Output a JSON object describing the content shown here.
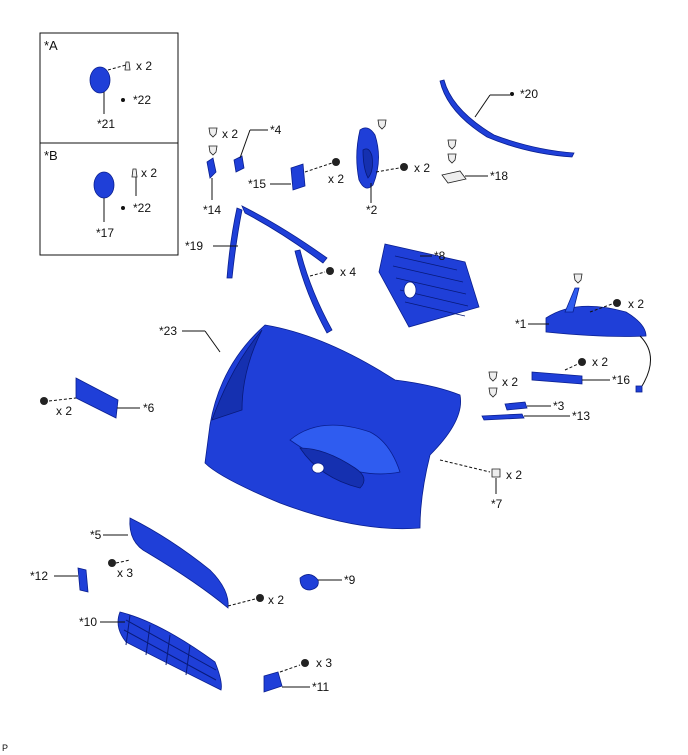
{
  "panels": {
    "a": {
      "tag": "*A",
      "parts": [
        "*21",
        "*22"
      ],
      "qty": "x 2"
    },
    "b": {
      "tag": "*B",
      "parts": [
        "*17",
        "*22"
      ],
      "qty": "x 2"
    }
  },
  "callouts": {
    "c1": "*1",
    "c2": "*2",
    "c3": "*3",
    "c4": "*4",
    "c5": "*5",
    "c6": "*6",
    "c7": "*7",
    "c8": "*8",
    "c9": "*9",
    "c10": "*10",
    "c11": "*11",
    "c12": "*12",
    "c13": "*13",
    "c14": "*14",
    "c15": "*15",
    "c16": "*16",
    "c18": "*18",
    "c19": "*19",
    "c20": "*20",
    "c23": "*23"
  },
  "quantities": {
    "q4": "x 4",
    "q3": "x 3",
    "q2": "x 2"
  },
  "corner_mark": "P"
}
